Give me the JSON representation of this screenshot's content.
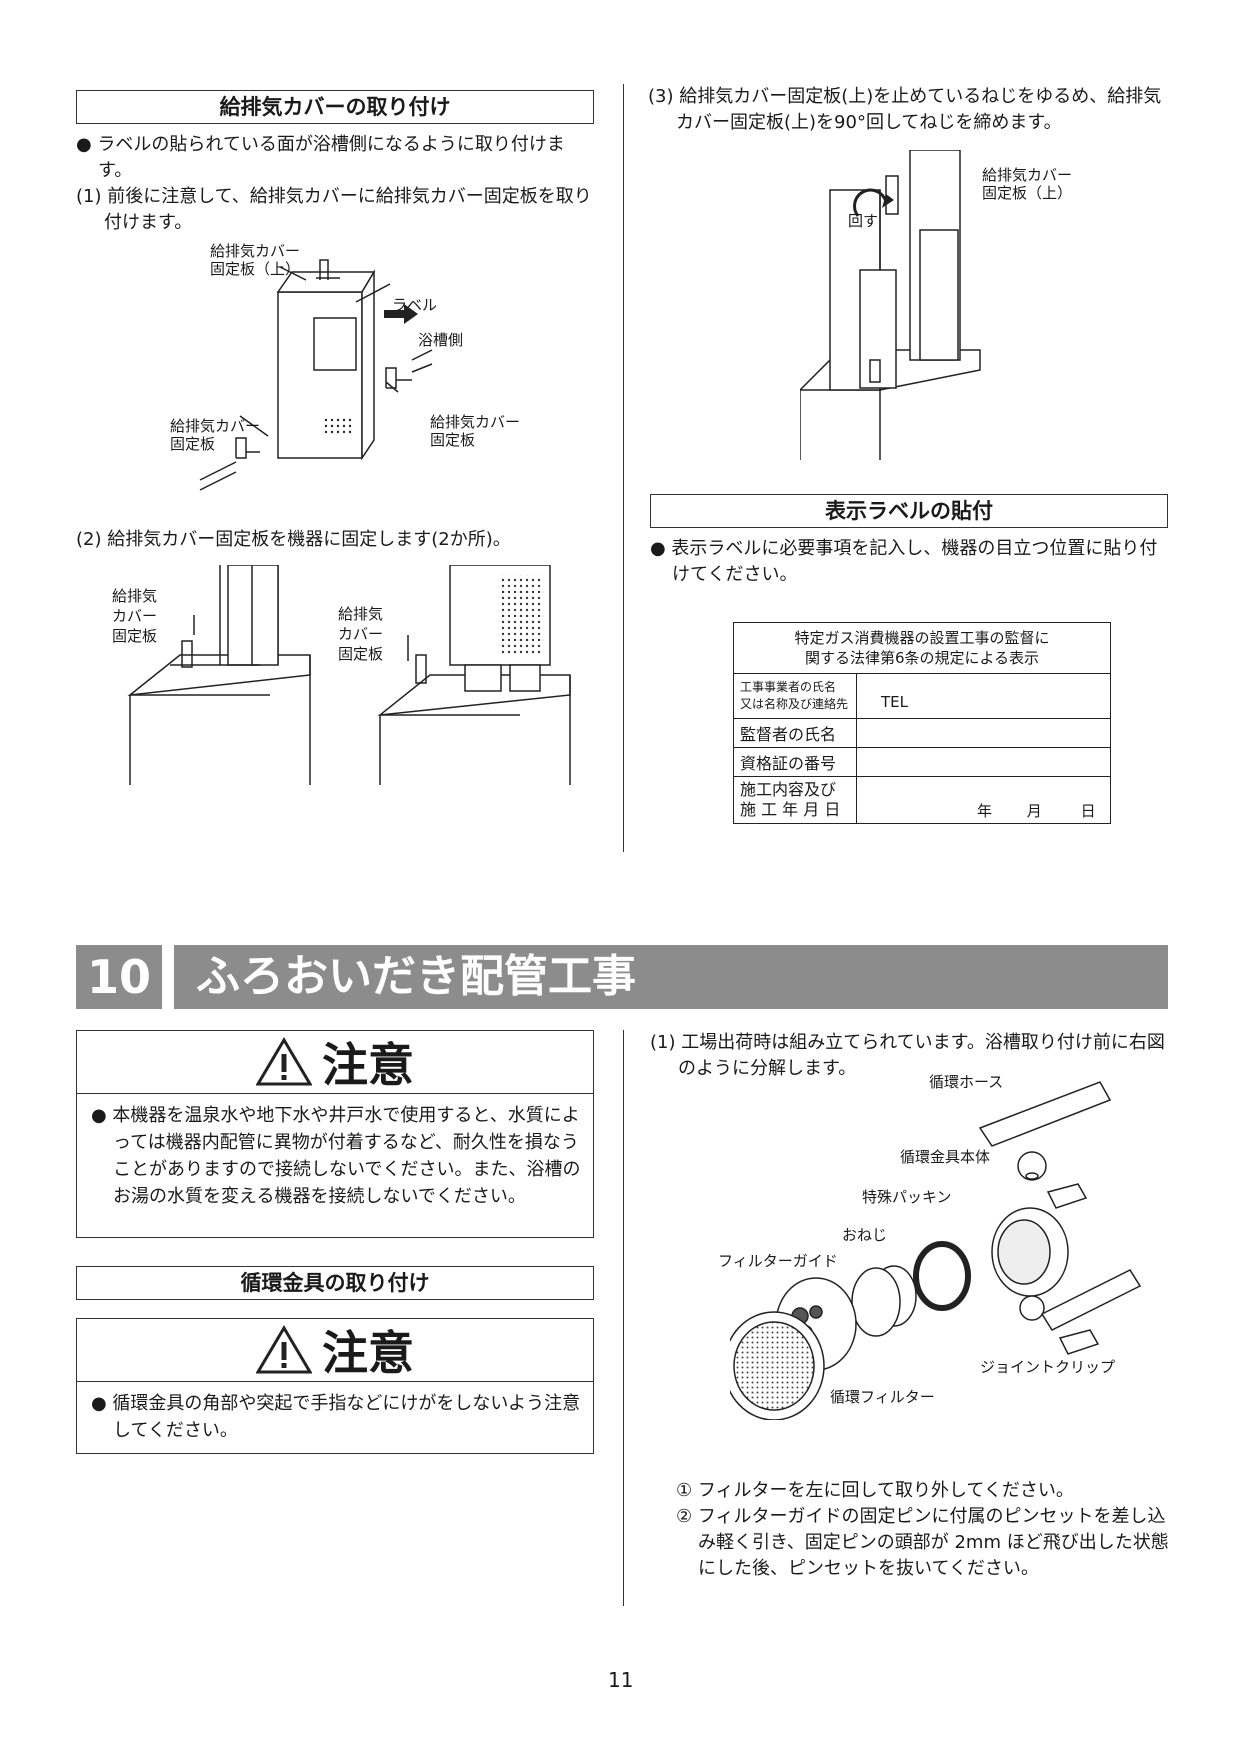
{
  "left_top": {
    "heading": "給排気カバーの取り付け",
    "bullet": "● ラベルの貼られている面が浴槽側になるように取り付けます。",
    "step1": "(1) 前後に注意して、給排気カバーに給排気カバー固定板を取り付けます。",
    "fig1_labels": {
      "top_plate": "給排気カバー\n固定板（上）",
      "label": "ラベル",
      "bath_side": "浴槽側",
      "plate_left": "給排気カバー\n固定板",
      "plate_right": "給排気カバー\n固定板"
    },
    "step2": "(2) 給排気カバー固定板を機器に固定します(2か所)。",
    "fig2_labels": {
      "left": "給排気\nカバー\n固定板",
      "right": "給排気\nカバー\n固定板"
    }
  },
  "right_top": {
    "step3": "(3) 給排気カバー固定板(上)を止めているねじをゆるめ、給排気カバー固定板(上)を90°回してねじを締めます。",
    "fig3_labels": {
      "plate_top": "給排気カバー\n固定板（上）",
      "rotate": "回す"
    },
    "heading": "表示ラベルの貼付",
    "bullet": "● 表示ラベルに必要事項を記入し、機器の目立つ位置に貼り付けてください。",
    "label_table": {
      "title_line1": "特定ガス消費機器の設置工事の監督に",
      "title_line2": "関する法律第6条の規定による表示",
      "row1_head_line1": "工事事業者の氏名",
      "row1_head_line2": "又は名称及び連絡先",
      "row1_value": "TEL",
      "row2_head": "監督者の氏名",
      "row3_head": "資格証の番号",
      "row4_head_line1": "施工内容及び",
      "row4_head_line2": "施 工 年 月 日",
      "year": "年",
      "month": "月",
      "day": "日"
    }
  },
  "section10": {
    "number": "10",
    "title": "ふろおいだき配管工事"
  },
  "caution1": {
    "title": "注意",
    "text": "● 本機器を温泉水や地下水や井戸水で使用すると、水質によっては機器内配管に異物が付着するなど、耐久性を損なうことがありますので接続しないでください。また、浴槽のお湯の水質を変える機器を接続しないでください。"
  },
  "junkan": {
    "heading": "循環金具の取り付け"
  },
  "caution2": {
    "title": "注意",
    "text": "● 循環金具の角部や突起で手指などにけがをしないよう注意してください。"
  },
  "right_bottom": {
    "step1": "(1)  工場出荷時は組み立てられています。浴槽取り付け前に右図のように分解します。",
    "fig_labels": {
      "hose": "循環ホース",
      "body": "循環金具本体",
      "packing": "特殊パッキン",
      "screw": "おねじ",
      "guide": "フィルターガイド",
      "clip": "ジョイントクリップ",
      "filter": "循環フィルター"
    },
    "sub1": "① フィルターを左に回して取り外してください。",
    "sub2": "② フィルターガイドの固定ピンに付属のピンセットを差し込み軽く引き、固定ピンの頭部が 2mm ほど飛び出した状態にした後、ピンセットを抜いてください。"
  },
  "page_number": "11"
}
